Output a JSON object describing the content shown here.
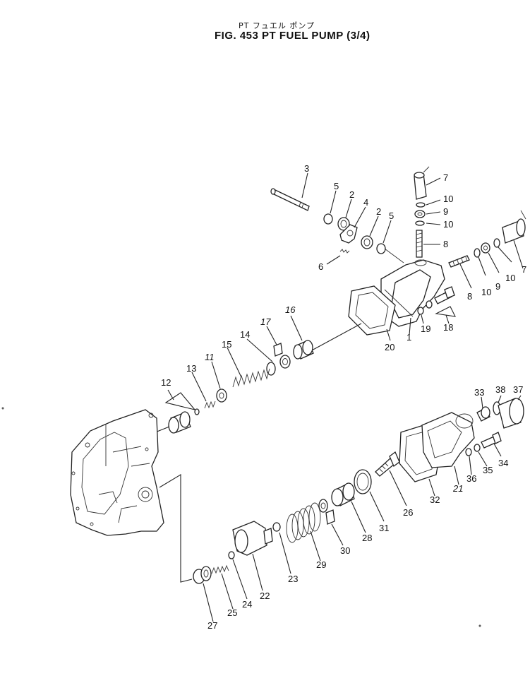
{
  "header": {
    "subtitle": "PT フュエル ポンプ",
    "title": "FIG. 453  PT FUEL PUMP  (3/4)"
  },
  "callouts": {
    "c1": "1",
    "c2a": "2",
    "c2b": "2",
    "c3": "3",
    "c4": "4",
    "c5a": "5",
    "c5b": "5",
    "c6": "6",
    "c7a": "7",
    "c7b": "7",
    "c8a": "8",
    "c8b": "8",
    "c9a": "9",
    "c9b": "9",
    "c10a": "10",
    "c10b": "10",
    "c10c": "10",
    "c10d": "10",
    "c11": "11",
    "c12": "12",
    "c13": "13",
    "c14": "14",
    "c15": "15",
    "c16": "16",
    "c17": "17",
    "c18": "18",
    "c19": "19",
    "c20": "20",
    "c21": "21",
    "c22": "22",
    "c23": "23",
    "c24": "24",
    "c25": "25",
    "c26": "26",
    "c27": "27",
    "c28": "28",
    "c29": "29",
    "c30": "30",
    "c31": "31",
    "c32": "32",
    "c33": "33",
    "c34": "34",
    "c35": "35",
    "c36": "36",
    "c37": "37",
    "c38": "38"
  }
}
